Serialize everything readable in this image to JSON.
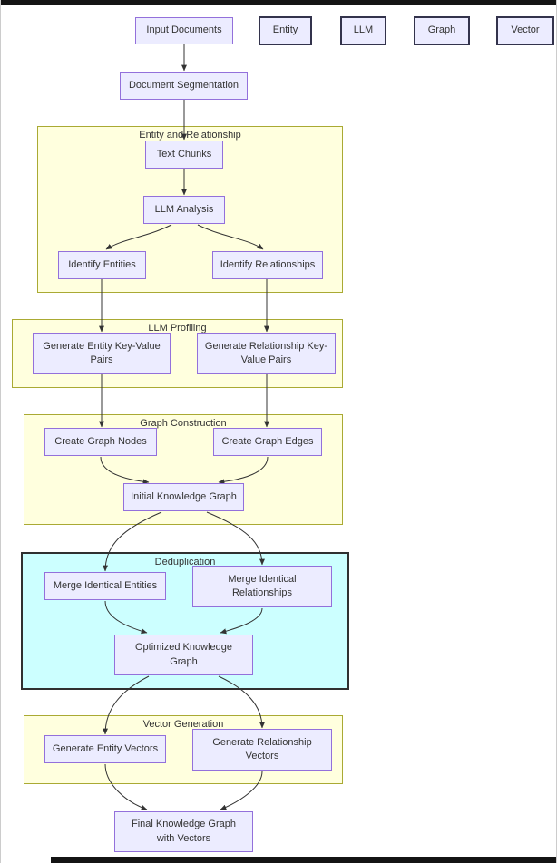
{
  "diagram": {
    "legend": {
      "entity": "Entity",
      "llm": "LLM",
      "graph": "Graph",
      "vector": "Vector"
    },
    "subgraphs": {
      "entity_relationship": "Entity and Relationship",
      "llm_profiling": "LLM Profiling",
      "graph_construction": "Graph Construction",
      "deduplication": "Deduplication",
      "vector_generation": "Vector Generation"
    },
    "nodes": {
      "input_documents": "Input Documents",
      "document_segmentation": "Document Segmentation",
      "text_chunks": "Text Chunks",
      "llm_analysis": "LLM Analysis",
      "identify_entities": "Identify Entities",
      "identify_relationships": "Identify Relationships",
      "generate_entity_kv": "Generate Entity Key-Value Pairs",
      "generate_relationship_kv": "Generate Relationship Key-Value Pairs",
      "create_graph_nodes": "Create Graph Nodes",
      "create_graph_edges": "Create Graph Edges",
      "initial_kg": "Initial Knowledge Graph",
      "merge_identical_entities": "Merge Identical Entities",
      "merge_identical_relationships": "Merge Identical Relationships",
      "optimized_kg": "Optimized Knowledge Graph",
      "generate_entity_vectors": "Generate Entity Vectors",
      "generate_relationship_vectors": "Generate Relationship Vectors",
      "final_kg": "Final Knowledge Graph with Vectors"
    },
    "colors": {
      "node_fill": "#ECECFF",
      "node_border": "#9370DB",
      "subgraph_yellow_fill": "#FFFFDE",
      "subgraph_yellow_border": "#AAAA33",
      "subgraph_cyan_fill": "#CCFFFF",
      "subgraph_cyan_border": "#303030",
      "legend_border": "#33334C",
      "edge": "#333333",
      "text": "#333333"
    }
  }
}
